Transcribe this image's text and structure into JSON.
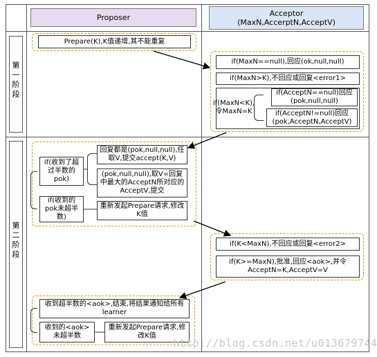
{
  "lanes": {
    "proposer": "Proposer",
    "acceptor_line1": "Acceptor",
    "acceptor_line2": "(MaxN,AccerptN,AcceptV)"
  },
  "phases": {
    "phase1": [
      "第",
      "一",
      "阶",
      "段"
    ],
    "phase2": [
      "第",
      "二",
      "阶",
      "段"
    ]
  },
  "phase1": {
    "prepare": "Prepare(K),K值递增,其不能重复",
    "acc_null": "if(MaxN==null),回应(ok,null,null)",
    "acc_gt": "if(MaxN>K),不回应或回复<error1>",
    "acc_lt_cond": "if(MaxN<K),令MaxN=K",
    "acc_lt_null": "if(AcceptN==null)回应(pok,null,null)",
    "acc_lt_notnull": "if(AcceptN!=null)回应(pok,AcceptN,AcceptV)"
  },
  "phase2": {
    "cond_major": "if(收到了超过半数的pok)",
    "all_null": "回复都是(pok,null,null),任取V,提交accept(K,V)",
    "not_null": "(pok,null,null),取V=回复中最大的AcceptN所对应的AcceptV,提交",
    "cond_minor": "if(收到的pok未超半数)",
    "retry": "重新发起Prepare请求,修改K值",
    "acc_lt": "if(K<MaxN),不回应或回复<error2>",
    "acc_ge": "if(K>=MaxN),批准,回应<aok>,并令AcceptN=K,AcceptV=V",
    "aok_major": "收到超半数的<aok>,结束,将结果通知给所有learner",
    "aok_minor": "收到的<aok>未超半数",
    "retry2": "重新发起Prepare请求,修改K值"
  },
  "watermark": "http://blog.csdn.net/u013679744",
  "colors": {
    "proposer_header": "#e6dbef",
    "acceptor_header": "#d9e6f5",
    "dash_border": "#c9a100",
    "watermark": "#c8c8c8"
  }
}
